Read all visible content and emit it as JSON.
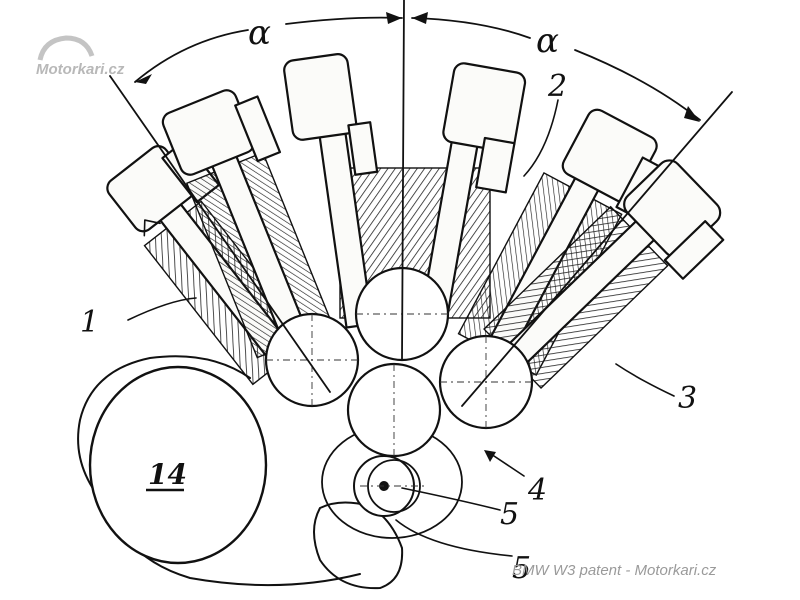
{
  "watermark_logo": "Motorkari.cz",
  "caption": "BMW W3 patent - Motorkari.cz",
  "labels": {
    "angle_left": "α",
    "angle_right": "α",
    "part_1": "1",
    "part_2": "2",
    "part_3": "3",
    "part_4": "4",
    "part_5a": "5",
    "part_5b": "5",
    "part_14": "14"
  },
  "icons": [
    "tire-arc-logo-icon"
  ],
  "colors": {
    "ink": "#111111",
    "paper": "#ffffff",
    "watermark": "#9a9a9a"
  }
}
